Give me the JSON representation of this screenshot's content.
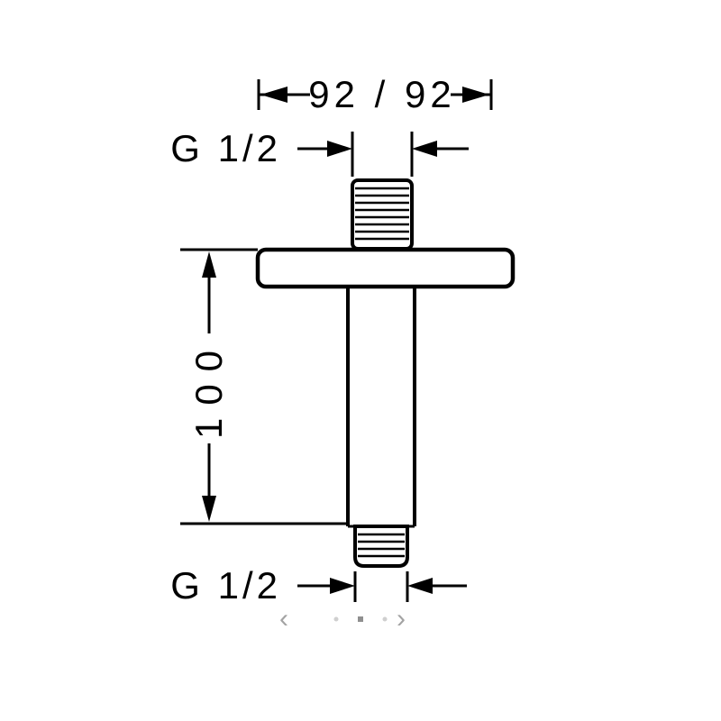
{
  "drawing": {
    "width_dimension": "92 / 92",
    "height_dimension": "100",
    "top_thread_label": "G 1/2",
    "bottom_thread_label": "G 1/2"
  },
  "carousel": {
    "prev": "‹",
    "next": "›"
  },
  "colors": {
    "line": "#000000",
    "background": "#ffffff",
    "carousel_icon": "#a3a3a3",
    "dot_active": "#8f8f8f",
    "dot_inactive": "#cfcfcf"
  }
}
